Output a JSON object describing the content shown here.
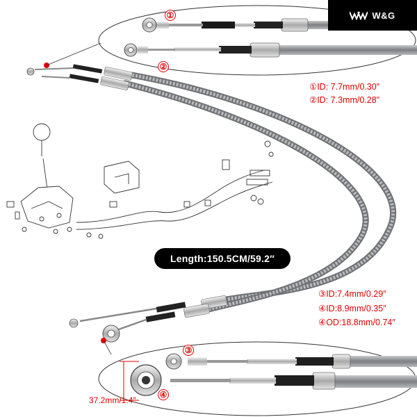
{
  "brand": {
    "logo_text": "W&G"
  },
  "callouts": {
    "c1": "①",
    "c2": "②",
    "c3": "③",
    "c4": "④"
  },
  "specs": {
    "id1": "①ID: 7.7mm/0.30″",
    "id2": "②ID: 7.3mm/0.28″",
    "id3": "③ID:7.4mm/0.29″",
    "id4": "④ID:8.9mm/0.35″",
    "od4": "④OD:18.8mm/0.74″"
  },
  "length_label": "Length:150.5CM/59.2″",
  "dimension_label": "37.2mm/1.4″",
  "colors": {
    "accent_red": "#e00000",
    "cable_gray": "#8d8f93",
    "black": "#000000"
  }
}
